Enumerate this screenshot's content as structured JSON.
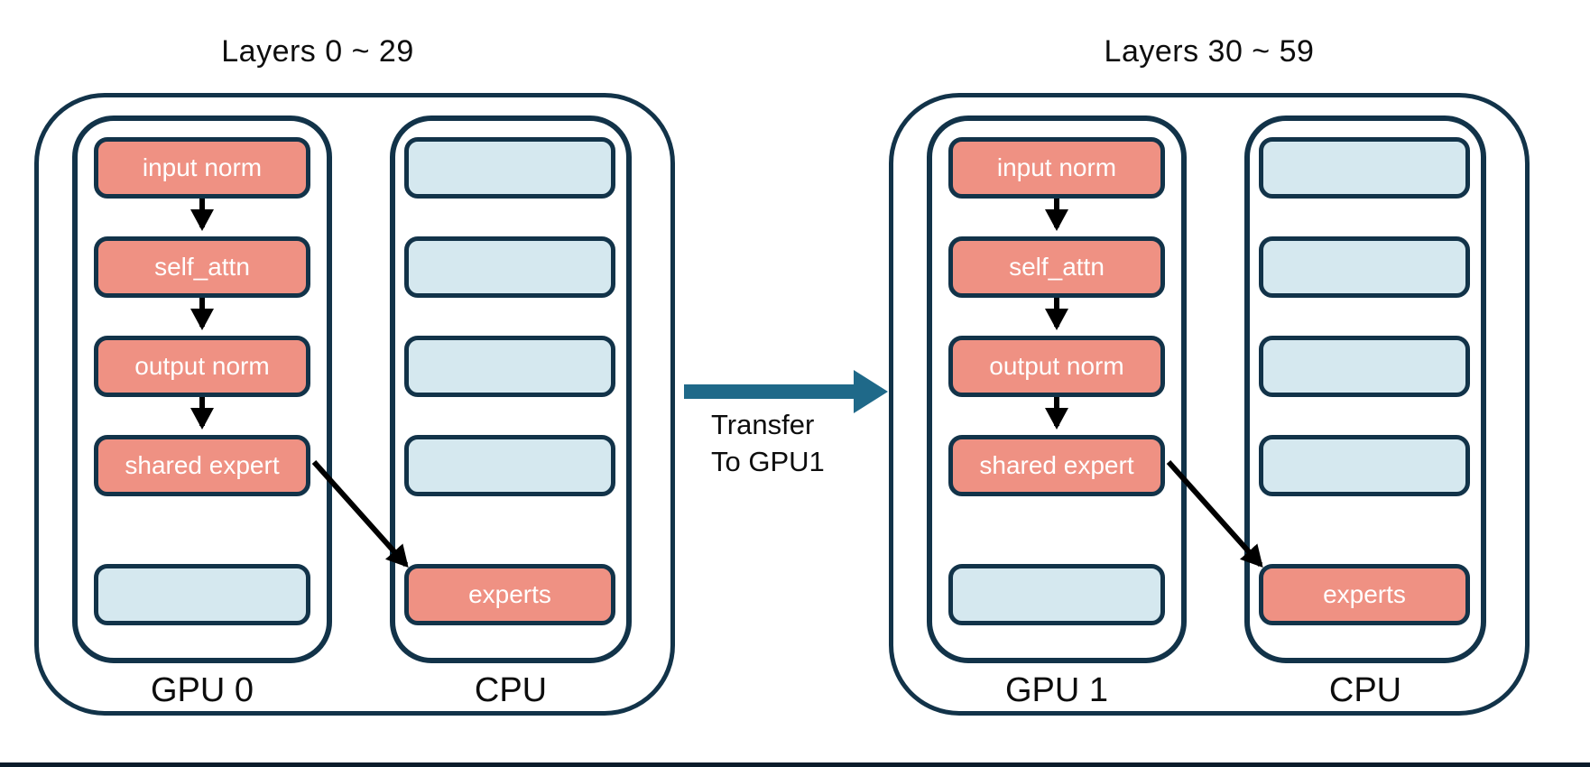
{
  "colors": {
    "border_dark": "#123349",
    "box_salmon": "#EF9183",
    "box_blue": "#D5E8EF",
    "arrow_black": "#000000",
    "transfer_arrow": "#1F6989",
    "text_dark": "#0D0D0D",
    "text_light": "#FFFFFF",
    "background": "#FFFFFF",
    "bottom_line": "#0B1C2B"
  },
  "groups": [
    {
      "title": "Layers 0 ~ 29",
      "gpu": {
        "label": "GPU 0",
        "boxes": [
          {
            "label": "input norm",
            "type": "salmon"
          },
          {
            "label": "self_attn",
            "type": "salmon"
          },
          {
            "label": "output norm",
            "type": "salmon"
          },
          {
            "label": "shared expert",
            "type": "salmon"
          },
          {
            "label": "",
            "type": "blue"
          }
        ]
      },
      "cpu": {
        "label": "CPU",
        "boxes": [
          {
            "label": "",
            "type": "blue"
          },
          {
            "label": "",
            "type": "blue"
          },
          {
            "label": "",
            "type": "blue"
          },
          {
            "label": "",
            "type": "blue"
          },
          {
            "label": "experts",
            "type": "salmon"
          }
        ]
      }
    },
    {
      "title": "Layers 30 ~ 59",
      "gpu": {
        "label": "GPU 1",
        "boxes": [
          {
            "label": "input norm",
            "type": "salmon"
          },
          {
            "label": "self_attn",
            "type": "salmon"
          },
          {
            "label": "output norm",
            "type": "salmon"
          },
          {
            "label": "shared expert",
            "type": "salmon"
          },
          {
            "label": "",
            "type": "blue"
          }
        ]
      },
      "cpu": {
        "label": "CPU",
        "boxes": [
          {
            "label": "",
            "type": "blue"
          },
          {
            "label": "",
            "type": "blue"
          },
          {
            "label": "",
            "type": "blue"
          },
          {
            "label": "",
            "type": "blue"
          },
          {
            "label": "experts",
            "type": "salmon"
          }
        ]
      }
    }
  ],
  "transfer": {
    "line1": "Transfer",
    "line2": "To GPU1"
  }
}
